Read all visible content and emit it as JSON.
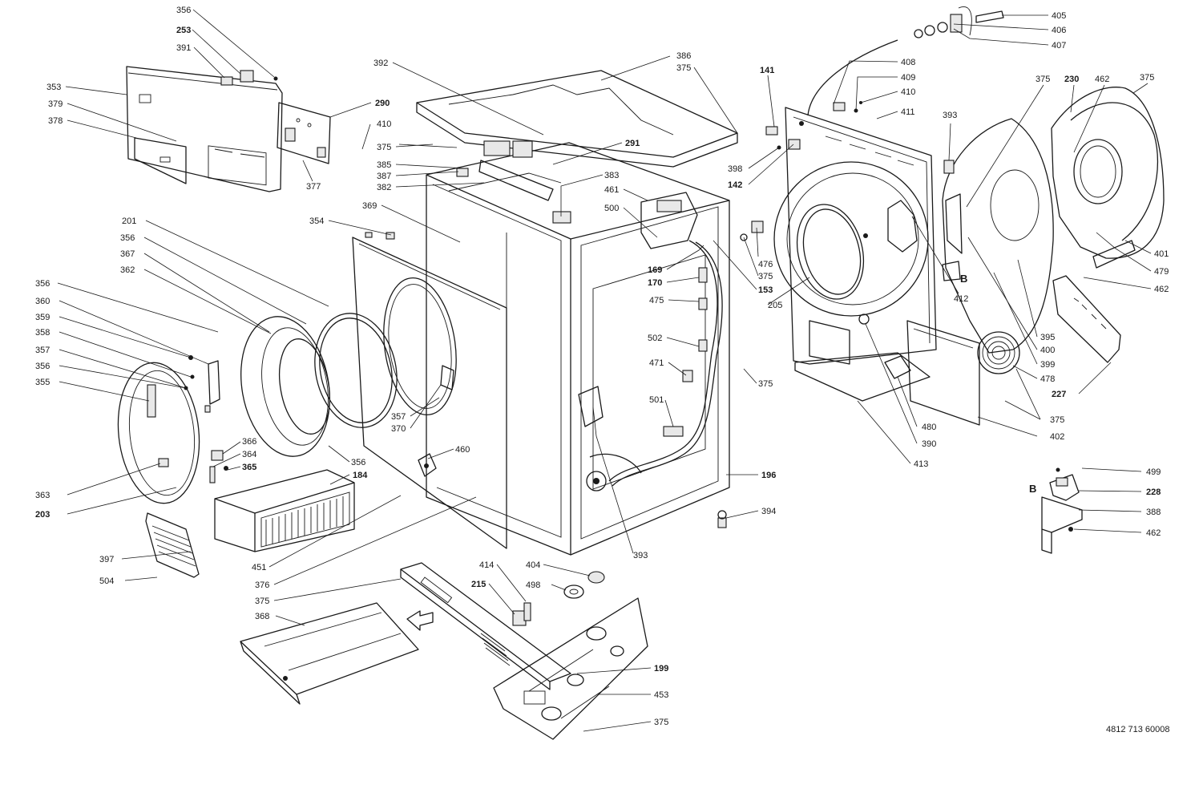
{
  "labels": [
    {
      "text": "356",
      "bold": false
    },
    {
      "text": "253",
      "bold": true
    },
    {
      "text": "391",
      "bold": false
    },
    {
      "text": "353",
      "bold": false
    },
    {
      "text": "379",
      "bold": false
    },
    {
      "text": "378",
      "bold": false
    },
    {
      "text": "290",
      "bold": true
    },
    {
      "text": "410",
      "bold": false
    },
    {
      "text": "377",
      "bold": false
    },
    {
      "text": "392",
      "bold": false
    },
    {
      "text": "386",
      "bold": false
    },
    {
      "text": "375",
      "bold": false
    },
    {
      "text": "375",
      "bold": false
    },
    {
      "text": "385",
      "bold": false
    },
    {
      "text": "387",
      "bold": false
    },
    {
      "text": "382",
      "bold": false
    },
    {
      "text": "369",
      "bold": false
    },
    {
      "text": "291",
      "bold": true
    },
    {
      "text": "383",
      "bold": false
    },
    {
      "text": "461",
      "bold": false
    },
    {
      "text": "500",
      "bold": false
    },
    {
      "text": "354",
      "bold": false
    },
    {
      "text": "201",
      "bold": false
    },
    {
      "text": "356",
      "bold": false
    },
    {
      "text": "367",
      "bold": false
    },
    {
      "text": "362",
      "bold": false
    },
    {
      "text": "356",
      "bold": false
    },
    {
      "text": "360",
      "bold": false
    },
    {
      "text": "359",
      "bold": false
    },
    {
      "text": "358",
      "bold": false
    },
    {
      "text": "357",
      "bold": false
    },
    {
      "text": "356",
      "bold": false
    },
    {
      "text": "355",
      "bold": false
    },
    {
      "text": "357",
      "bold": false
    },
    {
      "text": "370",
      "bold": false
    },
    {
      "text": "169",
      "bold": true
    },
    {
      "text": "170",
      "bold": true
    },
    {
      "text": "475",
      "bold": false
    },
    {
      "text": "502",
      "bold": false
    },
    {
      "text": "471",
      "bold": false
    },
    {
      "text": "501",
      "bold": false
    },
    {
      "text": "460",
      "bold": false
    },
    {
      "text": "366",
      "bold": false
    },
    {
      "text": "364",
      "bold": false
    },
    {
      "text": "365",
      "bold": true
    },
    {
      "text": "356",
      "bold": false
    },
    {
      "text": "184",
      "bold": true
    },
    {
      "text": "363",
      "bold": false
    },
    {
      "text": "203",
      "bold": true
    },
    {
      "text": "397",
      "bold": false
    },
    {
      "text": "504",
      "bold": false
    },
    {
      "text": "451",
      "bold": false
    },
    {
      "text": "376",
      "bold": false
    },
    {
      "text": "375",
      "bold": false
    },
    {
      "text": "368",
      "bold": false
    },
    {
      "text": "414",
      "bold": false
    },
    {
      "text": "215",
      "bold": true
    },
    {
      "text": "404",
      "bold": false
    },
    {
      "text": "498",
      "bold": false
    },
    {
      "text": "393",
      "bold": false
    },
    {
      "text": "199",
      "bold": true
    },
    {
      "text": "453",
      "bold": false
    },
    {
      "text": "375",
      "bold": false
    },
    {
      "text": "196",
      "bold": true
    },
    {
      "text": "394",
      "bold": false
    },
    {
      "text": "375",
      "bold": false
    },
    {
      "text": "141",
      "bold": true
    },
    {
      "text": "398",
      "bold": false
    },
    {
      "text": "142",
      "bold": true
    },
    {
      "text": "476",
      "bold": false
    },
    {
      "text": "375",
      "bold": false
    },
    {
      "text": "153",
      "bold": true
    },
    {
      "text": "205",
      "bold": false
    },
    {
      "text": "405",
      "bold": false
    },
    {
      "text": "406",
      "bold": false
    },
    {
      "text": "407",
      "bold": false
    },
    {
      "text": "408",
      "bold": false
    },
    {
      "text": "409",
      "bold": false
    },
    {
      "text": "410",
      "bold": false
    },
    {
      "text": "411",
      "bold": false
    },
    {
      "text": "393",
      "bold": false
    },
    {
      "text": "375",
      "bold": false
    },
    {
      "text": "230",
      "bold": true
    },
    {
      "text": "462",
      "bold": false
    },
    {
      "text": "375",
      "bold": false
    },
    {
      "text": "412",
      "bold": false
    },
    {
      "text": "401",
      "bold": false
    },
    {
      "text": "479",
      "bold": false
    },
    {
      "text": "462",
      "bold": false
    },
    {
      "text": "395",
      "bold": false
    },
    {
      "text": "400",
      "bold": false
    },
    {
      "text": "399",
      "bold": false
    },
    {
      "text": "478",
      "bold": false
    },
    {
      "text": "227",
      "bold": true
    },
    {
      "text": "375",
      "bold": false
    },
    {
      "text": "402",
      "bold": false
    },
    {
      "text": "480",
      "bold": false
    },
    {
      "text": "390",
      "bold": false
    },
    {
      "text": "413",
      "bold": false
    },
    {
      "text": "499",
      "bold": false
    },
    {
      "text": "228",
      "bold": true
    },
    {
      "text": "388",
      "bold": false
    },
    {
      "text": "462",
      "bold": false
    }
  ],
  "detail_letters": [
    "B",
    "B"
  ],
  "document_number": "4812 713 60008"
}
